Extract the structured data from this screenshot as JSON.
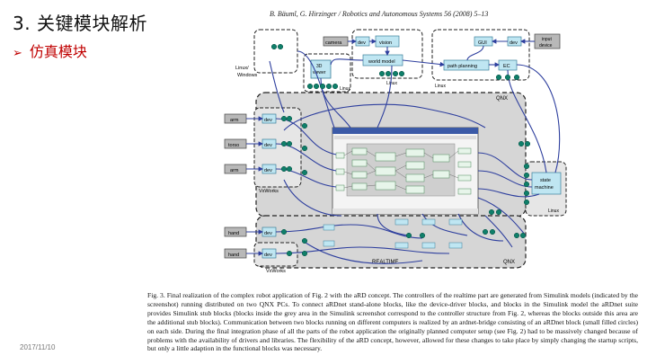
{
  "slide": {
    "title": "3. 关键模块解析",
    "subtitle": "仿真模块",
    "date": "2017/11/10"
  },
  "paper": {
    "header": "B. Bäuml, G. Hirzinger / Robotics and Autonomous Systems 56 (2008) 5–13",
    "caption": "Fig. 3. Final realization of the complex robot application of Fig. 2 with the aRD concept. The controllers of the realtime part are generated from Simulink models (indicated by the screenshot) running distributed on two QNX PCs. To connect aRDnet stand-alone blocks, like the device-driver blocks, and blocks in the Simulink model the aRDnet suite provides Simulink stub blocks (blocks inside the grey area in the Simulink screenshot correspond to the controller structure from Fig. 2, whereas the blocks outside this area are the additional stub blocks). Communication between two blocks running on different computers is realized by an ardnet-bridge consisting of an aRDnet block (small filled circles) on each side. During the final integration phase of all the parts of the robot application the originally planned computer setup (see Fig. 2) had to be massively changed because of problems with the availability of drivers and libraries. The flexibility of the aRD concept, however, allowed for these changes to take place by simply changing the startup scripts, but only a little adaption in the functional blocks was necessary."
  },
  "diagram": {
    "camera": "camera",
    "dev": "dev",
    "vision": "vision",
    "world_model": "world model",
    "gui": "GUI",
    "input_device": [
      "input",
      "device"
    ],
    "path_planning": "path planning",
    "ec": "EC",
    "viewer_3d": [
      "3D",
      "viewer"
    ],
    "linux_windows": [
      "Linux/",
      "Windows"
    ],
    "linux": "Linux",
    "qnx": "QNX",
    "realtime": "REALTIME",
    "vxworks": "VxWorks",
    "arm": "arm",
    "torso": "torso",
    "hand": "hand",
    "state_machine": [
      "state",
      "machine"
    ]
  },
  "colors": {
    "title": "#111111",
    "subtitle": "#c00000",
    "wire": "#2e3f9e",
    "block_fill": "#bfe6f2",
    "block_stroke": "#3a7f9a",
    "node": "#0f7f6a",
    "grey_area": "#d6d6d6",
    "device_box": "#b8b8b8"
  }
}
